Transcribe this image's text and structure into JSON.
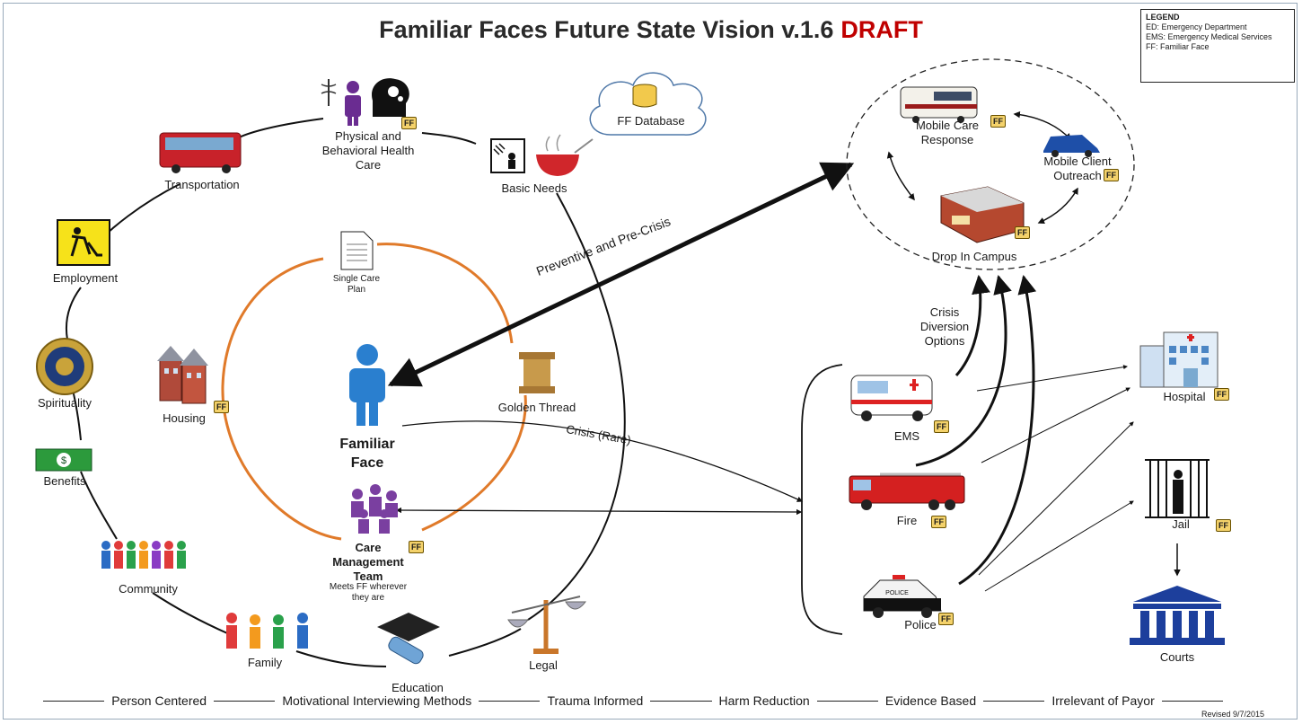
{
  "title": {
    "main": "Familiar Faces Future State Vision v.1.6",
    "draft": "DRAFT"
  },
  "legend": {
    "heading": "LEGEND",
    "items": [
      "ED: Emergency Department",
      "EMS: Emergency Medical Services",
      "FF: Familiar Face"
    ]
  },
  "badge": "FF",
  "outer_ring": {
    "physical": "Physical and\nBehavioral Health\nCare",
    "transportation": "Transportation",
    "employment": "Employment",
    "spirituality": "Spirituality",
    "benefits": "Benefits",
    "community": "Community",
    "family": "Family",
    "education": "Education",
    "legal": "Legal",
    "basic_needs": "Basic Needs",
    "ff_database": "FF Database"
  },
  "inner_ring": {
    "single_care_plan": "Single Care\nPlan",
    "housing": "Housing",
    "golden_thread": "Golden Thread",
    "familiar_face": "Familiar\nFace",
    "care_team": "Care\nManagement\nTeam",
    "care_team_sub": "Meets FF wherever\nthey are"
  },
  "arrows": {
    "preventive": "Preventive and Pre-Crisis",
    "crisis": "Crisis (Rare)",
    "crisis_diversion": "Crisis\nDiversion\nOptions"
  },
  "services": {
    "mobile_care": "Mobile Care\nResponse",
    "mobile_outreach": "Mobile Client\nOutreach",
    "drop_in": "Drop In Campus",
    "ems": "EMS",
    "fire": "Fire",
    "police": "Police",
    "police_car_text": "POLICE",
    "hospital": "Hospital",
    "jail": "Jail",
    "courts": "Courts"
  },
  "footer": {
    "principles": [
      "Person Centered",
      "Motivational Interviewing Methods",
      "Trauma Informed",
      "Harm Reduction",
      "Evidence Based",
      "Irrelevant of Payor"
    ],
    "revised": "Revised 9/7/2015"
  }
}
